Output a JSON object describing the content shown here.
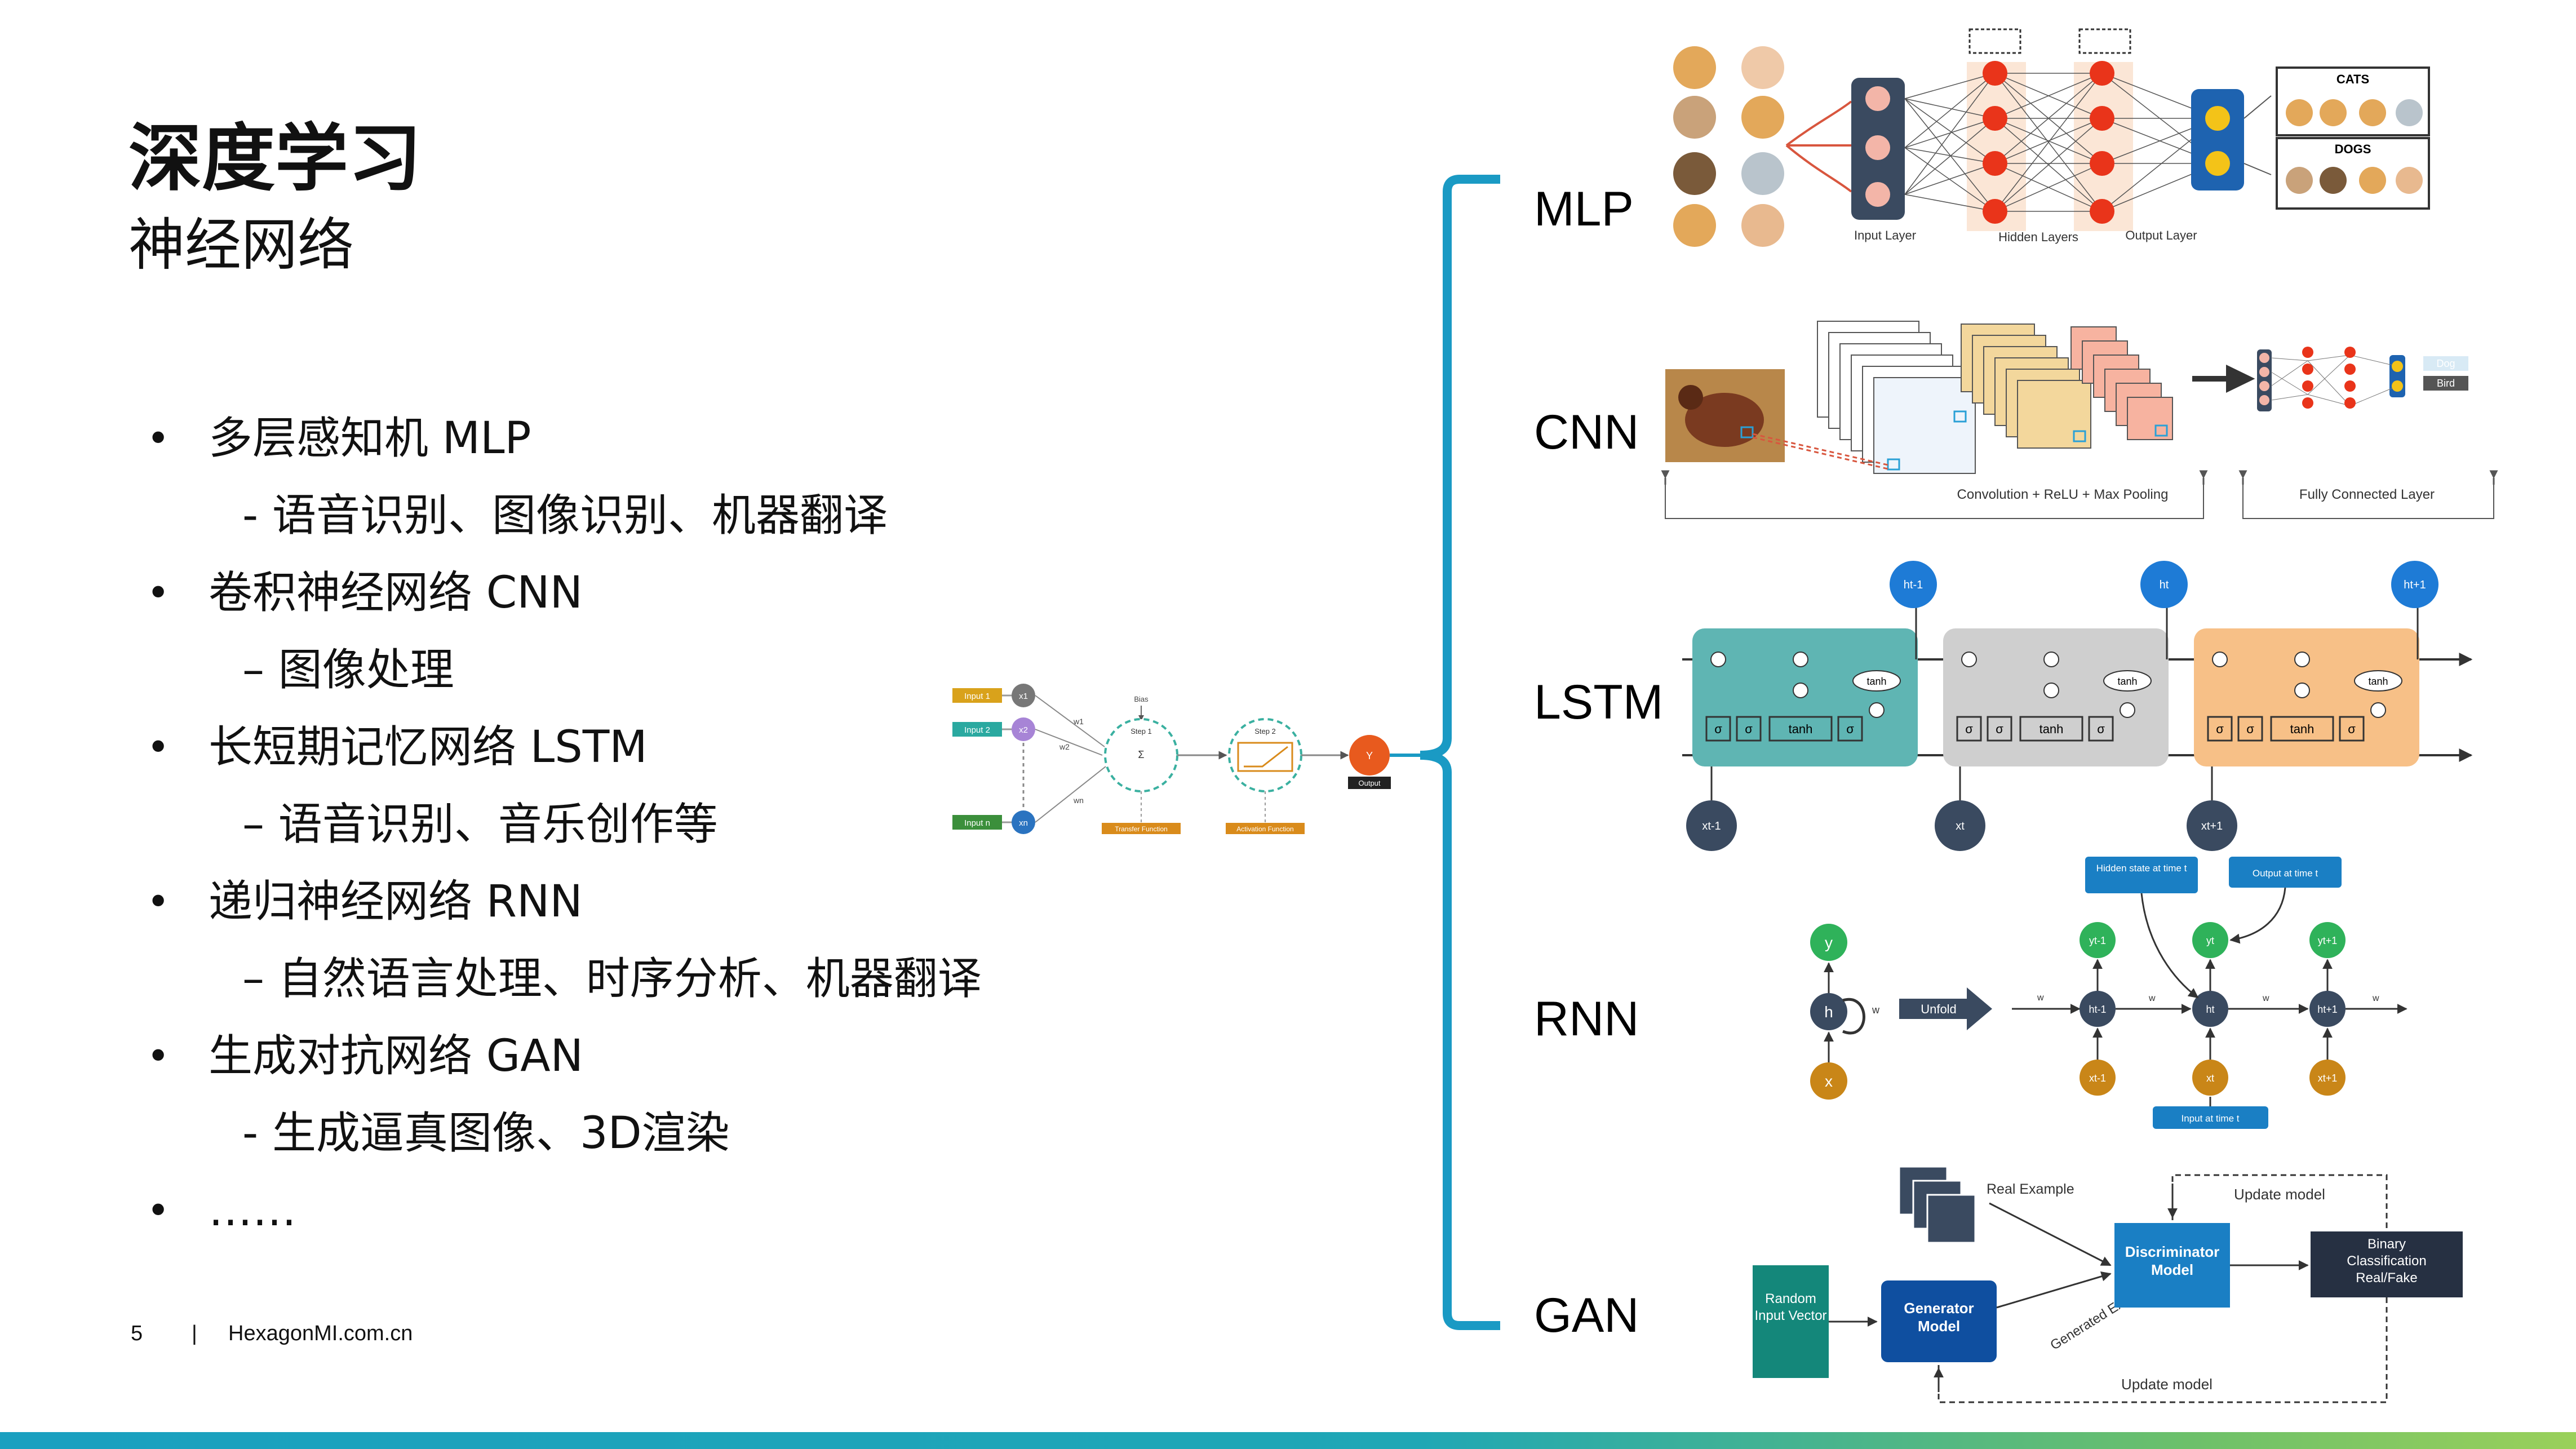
{
  "slide": {
    "title": "深度学习",
    "subtitle": "神经网络",
    "bullets": [
      {
        "marker": "•",
        "text": "多层感知机 MLP",
        "level": 0
      },
      {
        "marker": "",
        "text": "- 语音识别、图像识别、机器翻译",
        "level": 1
      },
      {
        "marker": "•",
        "text": "卷积神经网络 CNN",
        "level": 0
      },
      {
        "marker": "",
        "text": "– 图像处理",
        "level": 1
      },
      {
        "marker": "•",
        "text": "长短期记忆网络 LSTM",
        "level": 0
      },
      {
        "marker": "",
        "text": "– 语音识别、音乐创作等",
        "level": 1
      },
      {
        "marker": "•",
        "text": "递归神经网络 RNN",
        "level": 0
      },
      {
        "marker": "",
        "text": "– 自然语言处理、时序分析、机器翻译",
        "level": 1
      },
      {
        "marker": "•",
        "text": "生成对抗网络 GAN",
        "level": 0
      },
      {
        "marker": "",
        "text": "- 生成逼真图像、3D渲染",
        "level": 1
      },
      {
        "marker": "•",
        "text": "……",
        "level": 0
      }
    ],
    "footer": {
      "page": "5",
      "separator": "|",
      "site": "HexagonMI.com.cn"
    }
  },
  "networks": {
    "labels": [
      "MLP",
      "CNN",
      "LSTM",
      "RNN",
      "GAN"
    ],
    "neuron": {
      "inputs": [
        "Input 1",
        "Input 2",
        "Input n"
      ],
      "nodes": [
        "x1",
        "x2",
        "xn"
      ],
      "weights": [
        "w1",
        "w2",
        "wn"
      ],
      "bias": "Bias",
      "step1": "Step 1",
      "step2": "Step 2",
      "transfer": "Transfer Function",
      "activation": "Activation Function",
      "output_node": "Y",
      "output": "Output"
    },
    "mlp": {
      "cats": "CATS",
      "dogs": "DOGS",
      "input_layer": "Input Layer",
      "hidden_layers": "Hidden Layers",
      "output_layer": "Output Layer"
    },
    "cnn": {
      "conv": "Convolution + ReLU + Max Pooling",
      "fc": "Fully Connected Layer",
      "dog": "Dog",
      "bird": "Bird"
    },
    "lstm": {
      "h_top": [
        "ht-1",
        "ht",
        "ht+1"
      ],
      "x_bottom": [
        "xt-1",
        "xt",
        "xt+1"
      ],
      "tanh": "tanh",
      "sigma": "σ"
    },
    "rnn": {
      "y": "y",
      "h": "h",
      "x": "x",
      "w": "w",
      "unfold": "Unfold",
      "hidden_state": "Hidden state at time t",
      "output_time": "Output at time t",
      "input_time": "Input at time t",
      "ys": [
        "yt-1",
        "yt",
        "yt+1"
      ],
      "hs": [
        "ht-1",
        "ht",
        "ht+1"
      ],
      "xs": [
        "xt-1",
        "xt",
        "xt+1"
      ]
    },
    "gan": {
      "real_example": "Real Example",
      "update_top": "Update model",
      "update_bottom": "Update model",
      "random": "Random Input Vector",
      "generator": "Generator Model",
      "generated": "Generated Example",
      "discriminator": "Discriminator Model",
      "binary": "Binary Classification Real/Fake"
    }
  },
  "colors": {
    "bracket": "#1a9ac4",
    "bottom_bar_start": "#1aa0c0",
    "bottom_bar_end": "#9ad05a"
  }
}
